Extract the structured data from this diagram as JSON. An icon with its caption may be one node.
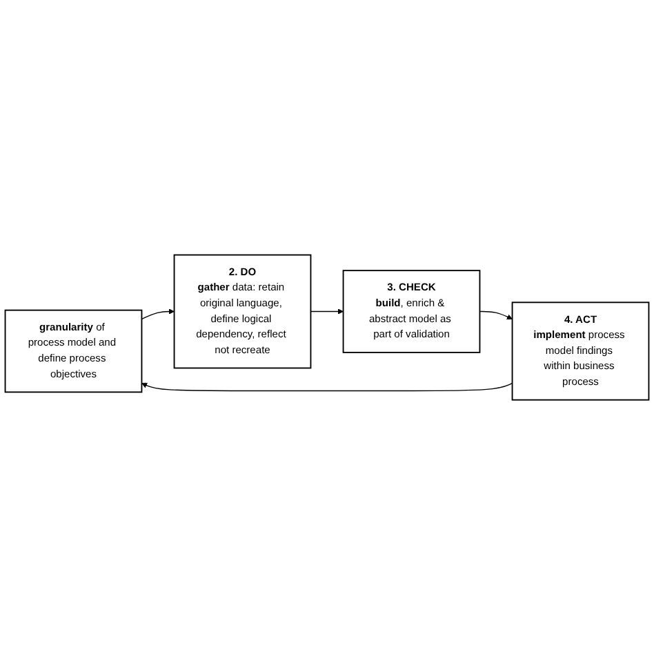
{
  "diagram": {
    "nodes": [
      {
        "text": [
          "**granularity** of process model and define process objectives"
        ]
      },
      {
        "text": [
          "2. DO",
          "**gather** data: retain original language, define logical dependency, reflect not recreate"
        ]
      },
      {
        "text": [
          "3. CHECK",
          "**build**, enrich & abstract model as part of validation"
        ]
      },
      {
        "text": [
          "4. ACT",
          "**implement** process model findings within business process"
        ]
      }
    ],
    "edges": [
      {
        "from": 0,
        "to": 1,
        "arrow": "to"
      },
      {
        "from": 1,
        "to": 2,
        "arrow": "to"
      },
      {
        "from": 2,
        "to": 3,
        "arrow": "to"
      },
      {
        "from": 3,
        "to": 0,
        "arrow": "to"
      }
    ]
  }
}
